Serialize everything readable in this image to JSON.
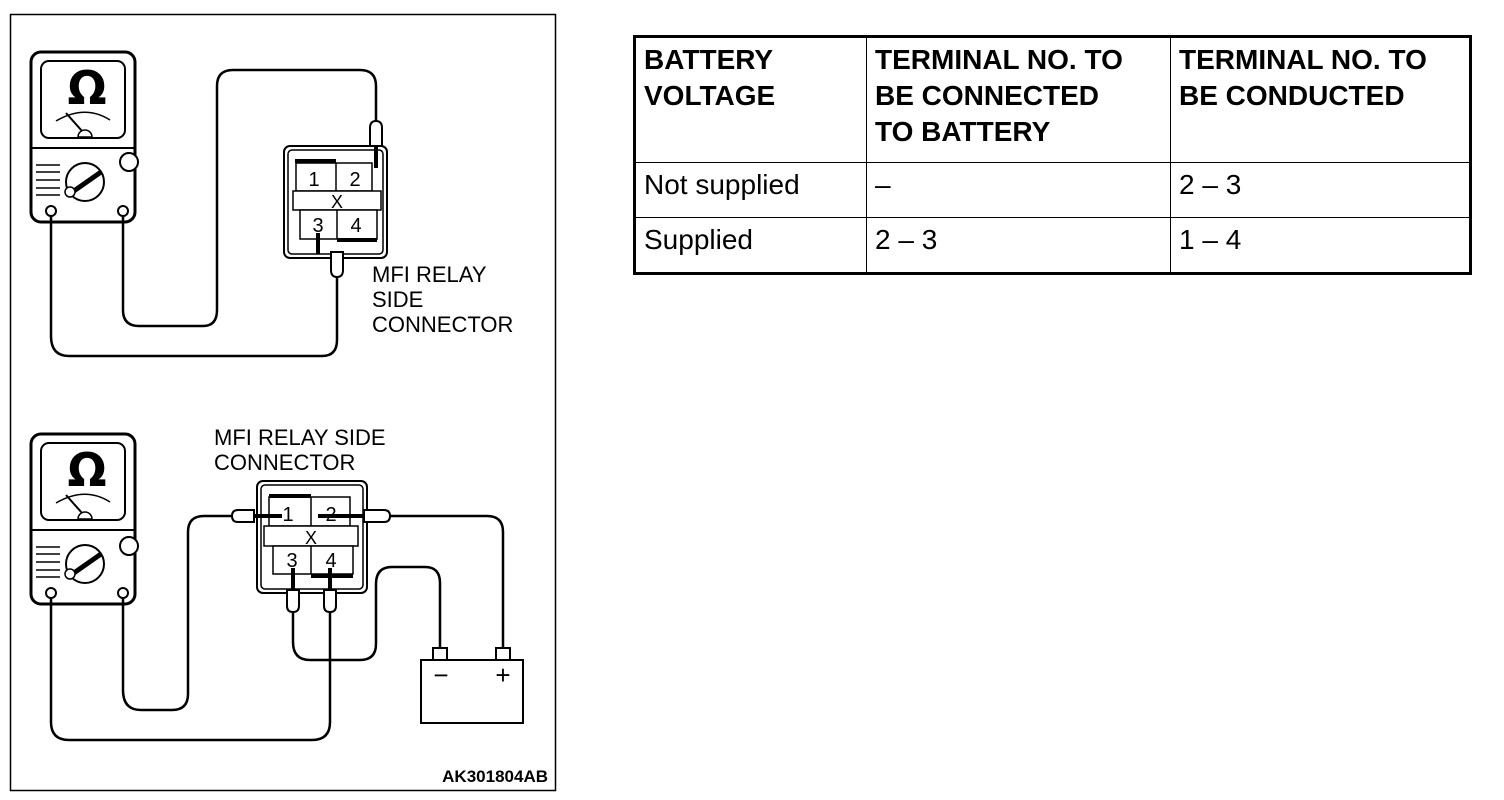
{
  "diagram": {
    "top_test": {
      "meter_symbol": "Ω",
      "connector_label_lines": [
        "MFI RELAY",
        "SIDE",
        "CONNECTOR"
      ],
      "terminals": [
        "1",
        "2",
        "3",
        "4"
      ],
      "probed_terminals": [
        "2",
        "3"
      ]
    },
    "bottom_test": {
      "meter_symbol": "Ω",
      "connector_label_lines": [
        "MFI RELAY SIDE",
        "CONNECTOR"
      ],
      "terminals": [
        "1",
        "2",
        "3",
        "4"
      ],
      "battery_negative": "−",
      "battery_positive": "+"
    },
    "figure_id": "AK301804AB"
  },
  "table": {
    "headers": [
      [
        "BATTERY",
        "VOLTAGE"
      ],
      [
        "TERMINAL NO. TO",
        "BE CONNECTED",
        "TO BATTERY"
      ],
      [
        "TERMINAL NO. TO",
        "BE CONDUCTED"
      ]
    ],
    "rows": [
      {
        "battery_voltage": "Not supplied",
        "connected_to_battery": "–",
        "conducted": "2 – 3"
      },
      {
        "battery_voltage": "Supplied",
        "connected_to_battery": "2 – 3",
        "conducted": "1 – 4"
      }
    ]
  }
}
